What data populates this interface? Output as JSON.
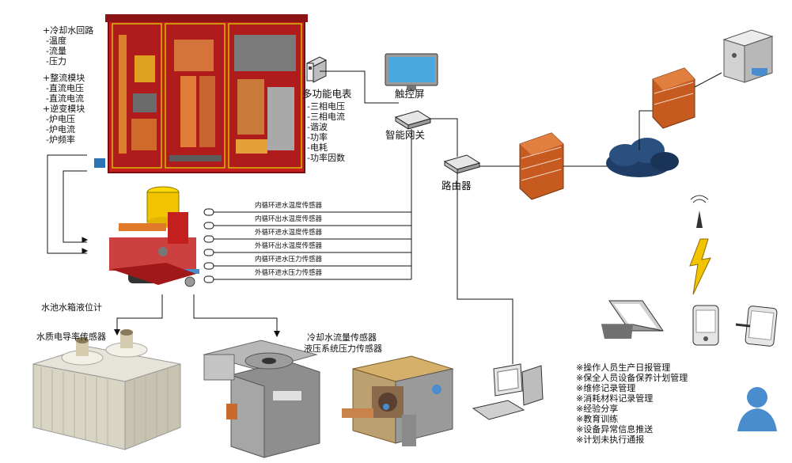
{
  "cabinet_specs": {
    "groups": [
      {
        "title": "+冷却水回路",
        "items": [
          "-温度",
          "-流量",
          "-压力"
        ]
      },
      {
        "title": "+整流模块",
        "items": [
          "-直流电压",
          "-直流电流"
        ]
      },
      {
        "title": "+逆变模块",
        "items": [
          "-炉电压",
          "-炉电流",
          "-炉频率"
        ]
      }
    ]
  },
  "meter": {
    "title": "多功能电表",
    "items": [
      "-三相电压",
      "-三相电流",
      "-谐波",
      "-功率",
      "-电耗",
      "-功率因数"
    ]
  },
  "touchscreen_label": "触控屏",
  "gateway_label": "智能网关",
  "router_label": "路由器",
  "sensors": [
    "内循环进水温度传感器",
    "内循环出水温度传感器",
    "外循环进水温度传感器",
    "外循环出水温度传感器",
    "内循环进水压力传感器",
    "外循环进水压力传感器"
  ],
  "tank_label": "水池水箱液位计",
  "conductivity_label": "水质电导率传感器",
  "flow_labels": [
    "冷却水流量传感器",
    "液压系统压力传感器"
  ],
  "features": [
    "※操作人员生产日报管理",
    "※保全人员设备保养计划管理",
    "※维修记录管理",
    "※消耗材料记录管理",
    "※经验分享",
    "※教育训练",
    "※设备异常信息推送",
    "※计划未执行通报"
  ],
  "icons": [
    "cabinet",
    "meter-icon",
    "monitor-icon",
    "gateway-icon",
    "router-icon",
    "firewall-icon",
    "cloud-icon",
    "server-icon",
    "antenna-icon",
    "lightning-icon",
    "laptop-icon",
    "phone-icon",
    "tablet-icon",
    "user-icon",
    "pc-icon",
    "cooling-tower",
    "furnace",
    "pump-skid"
  ],
  "colors": {
    "cabinet_red": "#c41f1f",
    "brick": "#e0702c",
    "cloud": "#1f3d66",
    "lightning": "#f2c400"
  }
}
